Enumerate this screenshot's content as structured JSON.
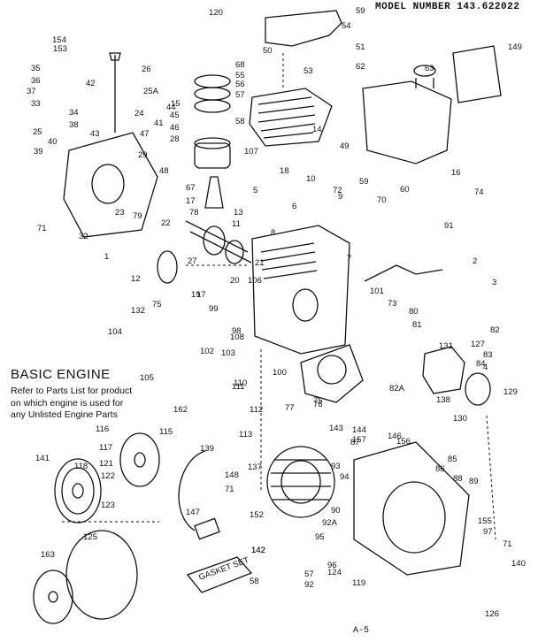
{
  "header": {
    "model_number": "MODEL NUMBER 143.622022"
  },
  "section": {
    "title": "BASIC ENGINE",
    "note_lines": [
      "Refer to Parts List for product",
      "on which engine is used for",
      "any Unlisted Engine Parts"
    ]
  },
  "footer": {
    "page": "A-5"
  },
  "label_163_text": "GASKET SET",
  "callouts": [
    "120",
    "59",
    "54",
    "51",
    "50",
    "53",
    "149",
    "154",
    "153",
    "26",
    "62",
    "63",
    "35",
    "36",
    "37",
    "42",
    "25A",
    "68",
    "55",
    "56",
    "57",
    "58",
    "33",
    "34",
    "38",
    "24",
    "15",
    "44",
    "45",
    "46",
    "47",
    "25",
    "39",
    "40",
    "41",
    "43",
    "29",
    "28",
    "14",
    "49",
    "48",
    "107",
    "16",
    "74",
    "72",
    "59",
    "60",
    "67",
    "17",
    "18",
    "10",
    "5",
    "6",
    "8",
    "9",
    "70",
    "91",
    "71",
    "32",
    "23",
    "79",
    "78",
    "13",
    "11",
    "22",
    "7",
    "1",
    "27",
    "12",
    "21",
    "17",
    "19",
    "20",
    "106",
    "2",
    "3",
    "132",
    "75",
    "99",
    "98",
    "108",
    "103",
    "102",
    "104",
    "105",
    "100",
    "101",
    "73",
    "80",
    "81",
    "82",
    "127",
    "83",
    "84",
    "4",
    "131",
    "76",
    "77",
    "75",
    "138",
    "129",
    "130",
    "82A",
    "110",
    "111",
    "162",
    "112",
    "113",
    "115",
    "116",
    "117",
    "118",
    "121",
    "122",
    "123",
    "141",
    "139",
    "137",
    "71",
    "148",
    "152",
    "147",
    "143",
    "144",
    "146",
    "156",
    "157",
    "87",
    "85",
    "86",
    "93",
    "94",
    "88",
    "89",
    "90",
    "92A",
    "95",
    "155",
    "97",
    "71",
    "140",
    "142",
    "142",
    "58",
    "57",
    "92",
    "96",
    "124",
    "119",
    "126",
    "125",
    "163"
  ]
}
